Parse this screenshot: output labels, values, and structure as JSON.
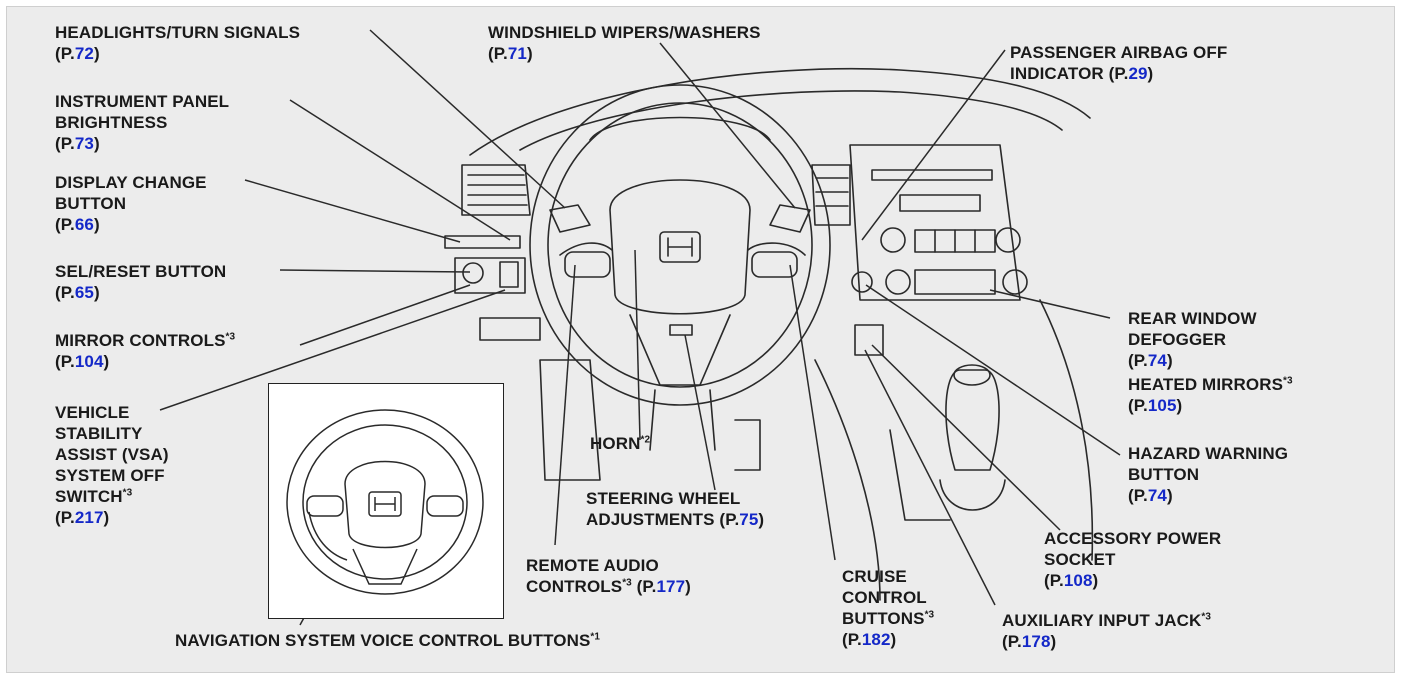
{
  "labels": {
    "headlights": {
      "text": "HEADLIGHTS/TURN SIGNALS",
      "p": "(P.",
      "page": "72",
      "close": ")"
    },
    "wipers": {
      "text": "WINDSHIELD WIPERS/WASHERS",
      "p": "(P.",
      "page": "71",
      "close": ")"
    },
    "airbag": {
      "line1": "PASSENGER AIRBAG OFF",
      "line2": "INDICATOR (P.",
      "page": "29",
      "close": ")"
    },
    "brightness": {
      "line1": "INSTRUMENT PANEL",
      "line2": "BRIGHTNESS",
      "p": "(P.",
      "page": "73",
      "close": ")"
    },
    "display": {
      "line1": "DISPLAY CHANGE",
      "line2": "BUTTON",
      "p": "(P.",
      "page": "66",
      "close": ")"
    },
    "selreset": {
      "text": "SEL/RESET BUTTON",
      "p": "(P.",
      "page": "65",
      "close": ")"
    },
    "mirror": {
      "text": "MIRROR CONTROLS",
      "note": "*3",
      "p": "(P.",
      "page": "104",
      "close": ")"
    },
    "vsa": {
      "line1": "VEHICLE",
      "line2": "STABILITY",
      "line3": "ASSIST (VSA)",
      "line4": "SYSTEM OFF",
      "line5": "SWITCH",
      "note": "*3",
      "p": "(P.",
      "page": "217",
      "close": ")"
    },
    "horn": {
      "text": "HORN",
      "note": "*2"
    },
    "steering": {
      "line1": "STEERING WHEEL",
      "line2": "ADJUSTMENTS (P.",
      "page": "75",
      "close": ")"
    },
    "audio": {
      "line1": "REMOTE AUDIO",
      "line2": "CONTROLS",
      "note": "*3",
      "p": " (P.",
      "page": "177",
      "close": ")"
    },
    "cruise": {
      "line1": "CRUISE",
      "line2": "CONTROL",
      "line3": "BUTTONS",
      "note": "*3",
      "p": "(P.",
      "page": "182",
      "close": ")"
    },
    "defogger": {
      "line1": "REAR WINDOW",
      "line2": "DEFOGGER",
      "p": "(P.",
      "page": "74",
      "close": ")"
    },
    "heated": {
      "text": "HEATED MIRRORS",
      "note": "*3",
      "p": "(P.",
      "page": "105",
      "close": ")"
    },
    "hazard": {
      "line1": "HAZARD WARNING",
      "line2": "BUTTON",
      "p": "(P.",
      "page": "74",
      "close": ")"
    },
    "accessory": {
      "line1": "ACCESSORY POWER",
      "line2": "SOCKET",
      "p": "(P.",
      "page": "108",
      "close": ")"
    },
    "auxiliary": {
      "text": "AUXILIARY INPUT JACK",
      "note": "*3",
      "p": "(P.",
      "page": "178",
      "close": ")"
    },
    "navigation": {
      "text": "NAVIGATION SYSTEM VOICE CONTROL BUTTONS",
      "note": "*1"
    }
  },
  "colors": {
    "page_ref": "#1428c8",
    "text": "#1a1a1a",
    "background": "#ececec"
  },
  "icons": {
    "logo": "honda-logo-icon"
  }
}
